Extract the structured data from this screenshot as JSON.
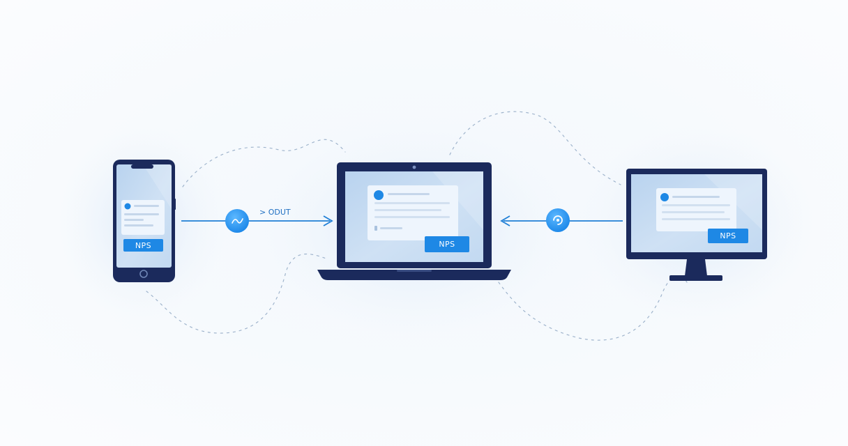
{
  "devices": {
    "phone": {
      "button_label": "NPS"
    },
    "laptop": {
      "button_label": "NPS"
    },
    "monitor": {
      "button_label": "NPS"
    }
  },
  "connectors": {
    "left": {
      "label": "> ODUT",
      "icon": "sync-icon"
    },
    "right": {
      "icon": "refresh-icon"
    }
  },
  "colors": {
    "device_frame": "#1b2a5c",
    "screen": "#c9ddf2",
    "accent": "#1e88e5",
    "connector": "#1f7fd6"
  }
}
